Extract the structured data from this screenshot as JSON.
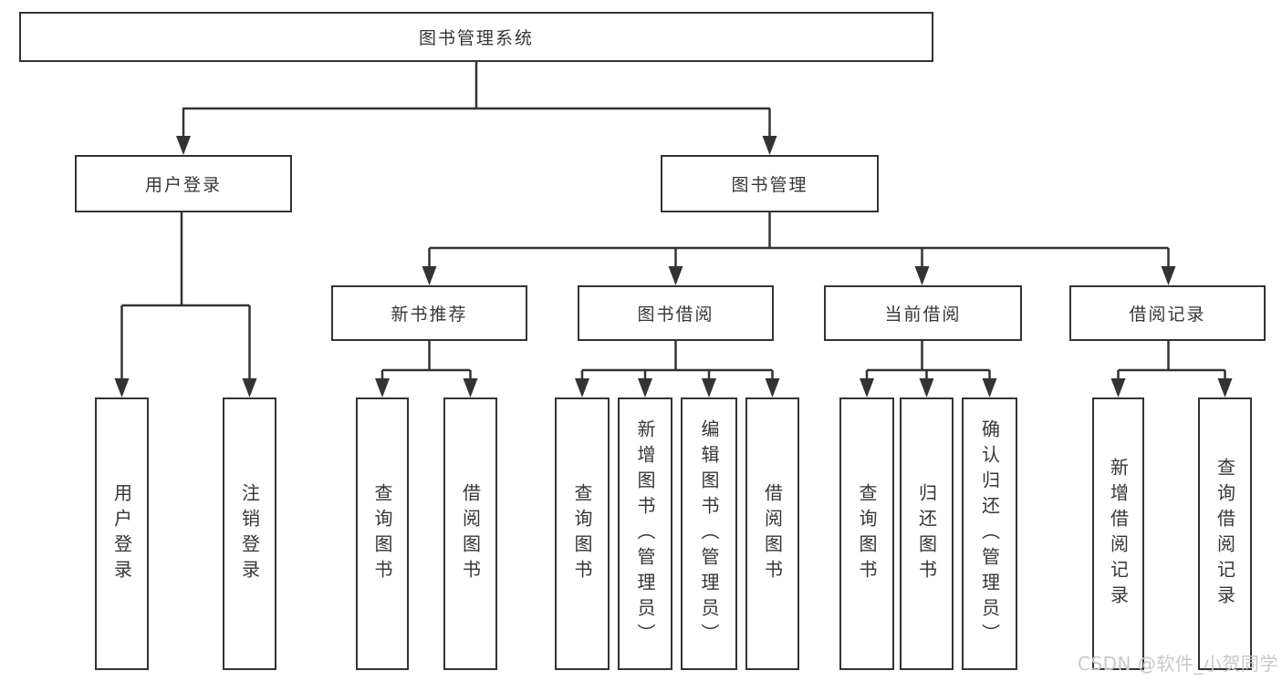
{
  "diagram": {
    "type": "hierarchy-tree",
    "title": "图书管理系统",
    "nodes": {
      "root": "图书管理系统",
      "user_login": "用户登录",
      "book_mgmt": "图书管理",
      "new_book_rec": "新书推荐",
      "book_borrow": "图书借阅",
      "current_borrow": "当前借阅",
      "borrow_records": "借阅记录",
      "leaf_user_login": "用户登录",
      "leaf_logout": "注销登录",
      "leaf_rec_query": "查询图书",
      "leaf_rec_borrow": "借阅图书",
      "leaf_bb_query": "查询图书",
      "leaf_bb_add": "新增图书（管理员）",
      "leaf_bb_edit": "编辑图书（管理员）",
      "leaf_bb_borrow": "借阅图书",
      "leaf_cb_query": "查询图书",
      "leaf_cb_return": "归还图书",
      "leaf_cb_confirm": "确认归还（管理员）",
      "leaf_br_add": "新增借阅记录",
      "leaf_br_query": "查询借阅记录"
    },
    "structure": {
      "图书管理系统": [
        "用户登录",
        "图书管理"
      ],
      "用户登录": [
        "用户登录",
        "注销登录"
      ],
      "图书管理": [
        "新书推荐",
        "图书借阅",
        "当前借阅",
        "借阅记录"
      ],
      "新书推荐": [
        "查询图书",
        "借阅图书"
      ],
      "图书借阅": [
        "查询图书",
        "新增图书（管理员）",
        "编辑图书（管理员）",
        "借阅图书"
      ],
      "当前借阅": [
        "查询图书",
        "归还图书",
        "确认归还（管理员）"
      ],
      "借阅记录": [
        "新增借阅记录",
        "查询借阅记录"
      ]
    },
    "colors": {
      "border": "#333333",
      "line": "#333333",
      "text": "#363636",
      "background": "#ffffff",
      "watermark": "#c6c9cc"
    }
  },
  "watermark": {
    "text": "CSDN @软件_小贺同学"
  }
}
